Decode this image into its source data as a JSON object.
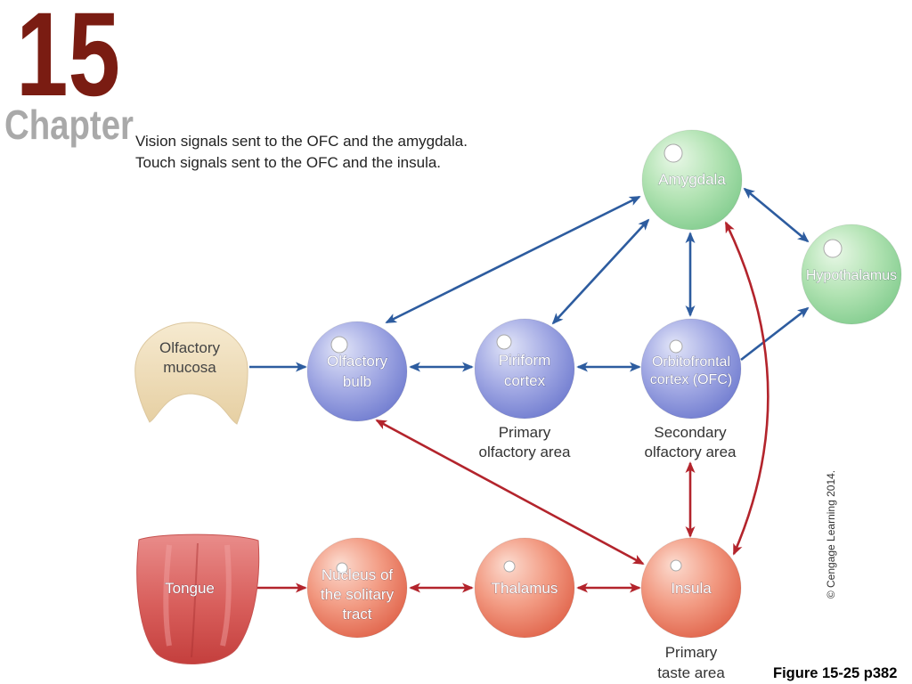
{
  "header": {
    "chapter_number": "15",
    "chapter_word": "Chapter",
    "caption": [
      "Vision signals sent to the OFC and the amygdala.",
      "Touch signals sent to the OFC and the insula."
    ]
  },
  "nodes": {
    "amygdala": {
      "label": [
        "Amygdala"
      ]
    },
    "hypothalamus": {
      "label": [
        "Hypothalamus"
      ]
    },
    "olfactory_mucosa": {
      "label": [
        "Olfactory",
        "mucosa"
      ]
    },
    "olfactory_bulb": {
      "label": [
        "Olfactory",
        "bulb"
      ]
    },
    "piriform_cortex": {
      "label": [
        "Piriform",
        "cortex"
      ]
    },
    "orbitofrontal_cortex": {
      "label": [
        "Orbitofrontal",
        "cortex (OFC)"
      ]
    },
    "tongue": {
      "label": [
        "Tongue"
      ]
    },
    "nucleus_solitary_tract": {
      "label": [
        "Nucleus of",
        "the solitary",
        "tract"
      ]
    },
    "thalamus": {
      "label": [
        "Thalamus"
      ]
    },
    "insula": {
      "label": [
        "Insula"
      ]
    }
  },
  "area_labels": {
    "primary_olfactory": [
      "Primary",
      "olfactory area"
    ],
    "secondary_olfactory": [
      "Secondary",
      "olfactory area"
    ],
    "primary_taste": [
      "Primary",
      "taste area"
    ]
  },
  "footer": {
    "copyright": "© Cengage Learning 2014.",
    "figure_ref": "Figure 15-25 p382"
  },
  "colors": {
    "chapter_number": "#7a1c12",
    "chapter_word": "#a9a9a9",
    "olfactory_arrows": "#2d5c9f",
    "taste_arrows": "#b3242c",
    "limbic_nodes": "#82cc8e",
    "olfactory_nodes": "#6f7bcf",
    "taste_nodes": "#e0634a"
  }
}
